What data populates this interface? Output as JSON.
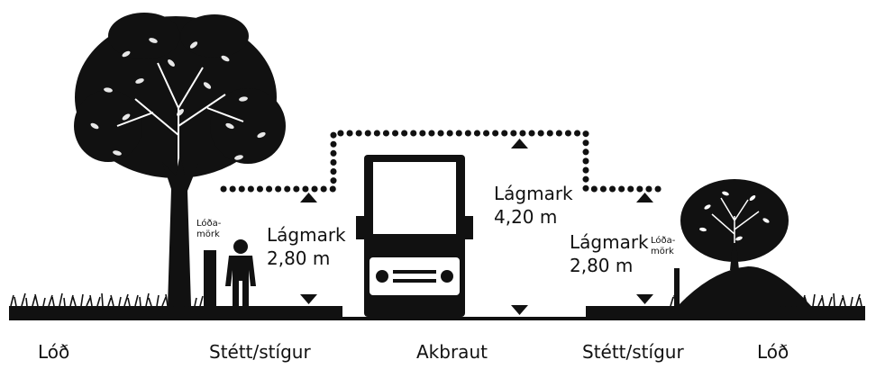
{
  "colors": {
    "ink": "#111111",
    "background": "#ffffff"
  },
  "labels": {
    "lod_left": "Lóð",
    "sidewalk_left": "Stétt/stígur",
    "roadway": "Akbraut",
    "sidewalk_right": "Stétt/stígur",
    "lod_right": "Lóð",
    "lodamork_left": [
      "Lóða-",
      "mörk"
    ],
    "lodamork_right": [
      "Lóða-",
      "mörk"
    ],
    "min_left": [
      "Lágmark",
      "2,80 m"
    ],
    "min_center": [
      "Lágmark",
      "4,20 m"
    ],
    "min_right": [
      "Lágmark",
      "2,80 m"
    ]
  },
  "icons": [
    "tree-icon",
    "small-tree-icon",
    "person-icon",
    "truck-icon",
    "grass-icon"
  ]
}
